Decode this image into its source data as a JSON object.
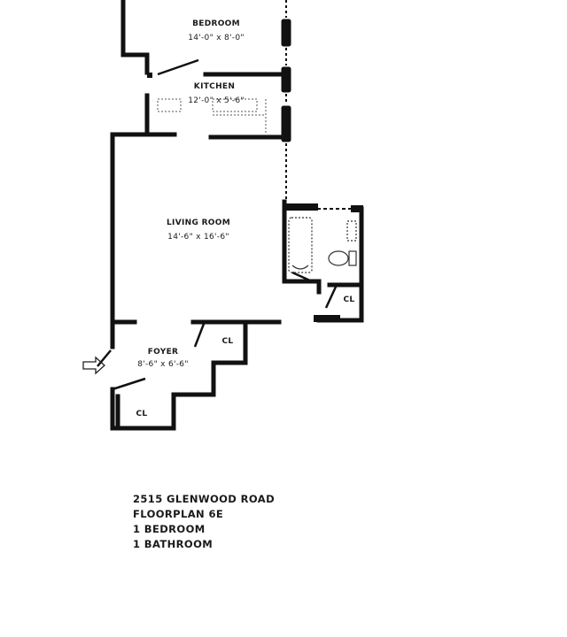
{
  "rooms": {
    "bedroom": {
      "name": "BEDROOM",
      "dimensions": "14'-0\" x 8'-0\""
    },
    "kitchen": {
      "name": "KITCHEN",
      "dimensions": "12'-0\" x 5'-6\""
    },
    "living_room": {
      "name": "LIVING ROOM",
      "dimensions": "14'-6\" x 16'-6\""
    },
    "foyer": {
      "name": "FOYER",
      "dimensions": "8'-6\" x 6'-6\""
    },
    "closets": [
      {
        "label": "CL"
      },
      {
        "label": "CL"
      },
      {
        "label": "CL"
      }
    ]
  },
  "caption": {
    "address": "2515 GLENWOOD ROAD",
    "floorplan": "FLOORPLAN 6E",
    "bedrooms": "1 BEDROOM",
    "bathrooms": "1 BATHROOM"
  },
  "colors": {
    "wall": "#111111",
    "background": "#ffffff",
    "fixture": "#333333"
  },
  "icons": {
    "entry": "entry-arrow-icon",
    "door": "door-swing-icon",
    "window": "window-icon",
    "bathtub": "bathtub-icon",
    "toilet": "toilet-icon",
    "counter": "kitchen-counter-icon"
  }
}
